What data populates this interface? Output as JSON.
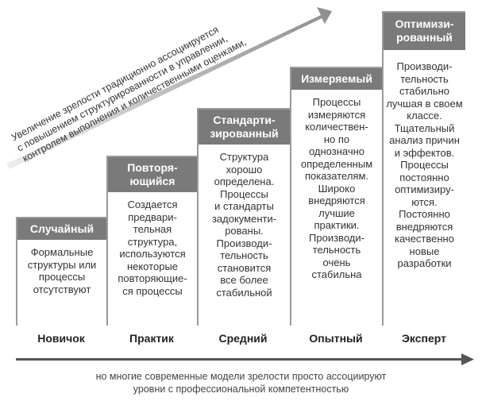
{
  "top_caption_lines": [
    "Увеличение зрелости традиционно ассоциируется",
    "с повышением структурированности в управлении,",
    "контролем выполнения и количественными оценками,"
  ],
  "steps": [
    {
      "title_lines": [
        "Случайный"
      ],
      "desc_lines": [
        "Формальные",
        "структуры или",
        "процессы",
        "отсутствуют"
      ]
    },
    {
      "title_lines": [
        "Повторя-",
        "ющийся"
      ],
      "desc_lines": [
        "Создается",
        "предвари-",
        "тельная",
        "структура,",
        "используются",
        "некоторые",
        "повторяющие-",
        "ся процессы"
      ]
    },
    {
      "title_lines": [
        "Стандарти-",
        "зированный"
      ],
      "desc_lines": [
        "Структура",
        "хорошо",
        "определена.",
        "Процессы",
        "и стандарты",
        "задокументи-",
        "рованы.",
        "Производи-",
        "тельность",
        "становится",
        "все более",
        "стабильной"
      ]
    },
    {
      "title_lines": [
        "Измеряемый"
      ],
      "desc_lines": [
        "Процессы",
        "измеряются",
        "количествен-",
        "но по",
        "однозначно",
        "определенным",
        "показателям.",
        "Широко",
        "внедряются",
        "лучшие",
        "практики.",
        "Производи-",
        "тельность",
        "очень",
        "стабильна"
      ]
    },
    {
      "title_lines": [
        "Оптимизи-",
        "рованный"
      ],
      "desc_lines": [
        "Производи-",
        "тельность",
        "стабильно",
        "лучшая в своем",
        "классе.",
        "Тщательный",
        "анализ причин",
        "и эффектов.",
        "Процессы",
        "постоянно",
        "оптимизиру-",
        "ются.",
        "Постоянно",
        "внедряются",
        "качественно",
        "новые",
        "разработки"
      ]
    }
  ],
  "levels": [
    "Новичок",
    "Практик",
    "Средний",
    "Опытный",
    "Эксперт"
  ],
  "bottom_caption_lines": [
    "но многие современные модели зрелости просто ассоциируют",
    "уровни с профессиональной компетентностью"
  ]
}
